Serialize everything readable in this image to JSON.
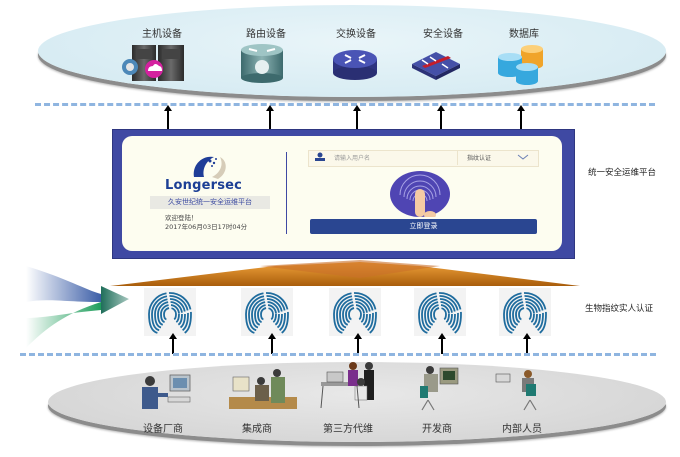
{
  "top_layer": {
    "devices": [
      {
        "label": "主机设备",
        "icon": "server-icon"
      },
      {
        "label": "路由设备",
        "icon": "router-icon"
      },
      {
        "label": "交换设备",
        "icon": "switch-icon"
      },
      {
        "label": "安全设备",
        "icon": "firewall-icon"
      },
      {
        "label": "数据库",
        "icon": "database-icon"
      }
    ]
  },
  "platform": {
    "side_label": "统一安全运维平台",
    "logo_text": "Longersec",
    "subtitle": "久安世纪统一安全运维平台",
    "welcome": "欢迎登陆！",
    "datetime": "2017年06月03日17时04分",
    "username_placeholder": "请输入用户名",
    "auth_method": "指纹认证",
    "login_button": "立即登录"
  },
  "biometric": {
    "side_label": "生物指纹实人认证",
    "count": 5
  },
  "bottom_layer": {
    "users": [
      {
        "label": "设备厂商",
        "icon": "person-at-computer-icon"
      },
      {
        "label": "集成商",
        "icon": "people-at-computer-icon"
      },
      {
        "label": "第三方代维",
        "icon": "team-at-workstation-icon"
      },
      {
        "label": "开发商",
        "icon": "developer-at-desk-icon"
      },
      {
        "label": "内部人员",
        "icon": "staff-with-laptop-icon"
      }
    ]
  },
  "colors": {
    "accent_blue": "#2a4691",
    "panel_purple": "#3f49a3",
    "fingerprint_blue": "#1f6c9e",
    "orange": "#e88a1a"
  }
}
